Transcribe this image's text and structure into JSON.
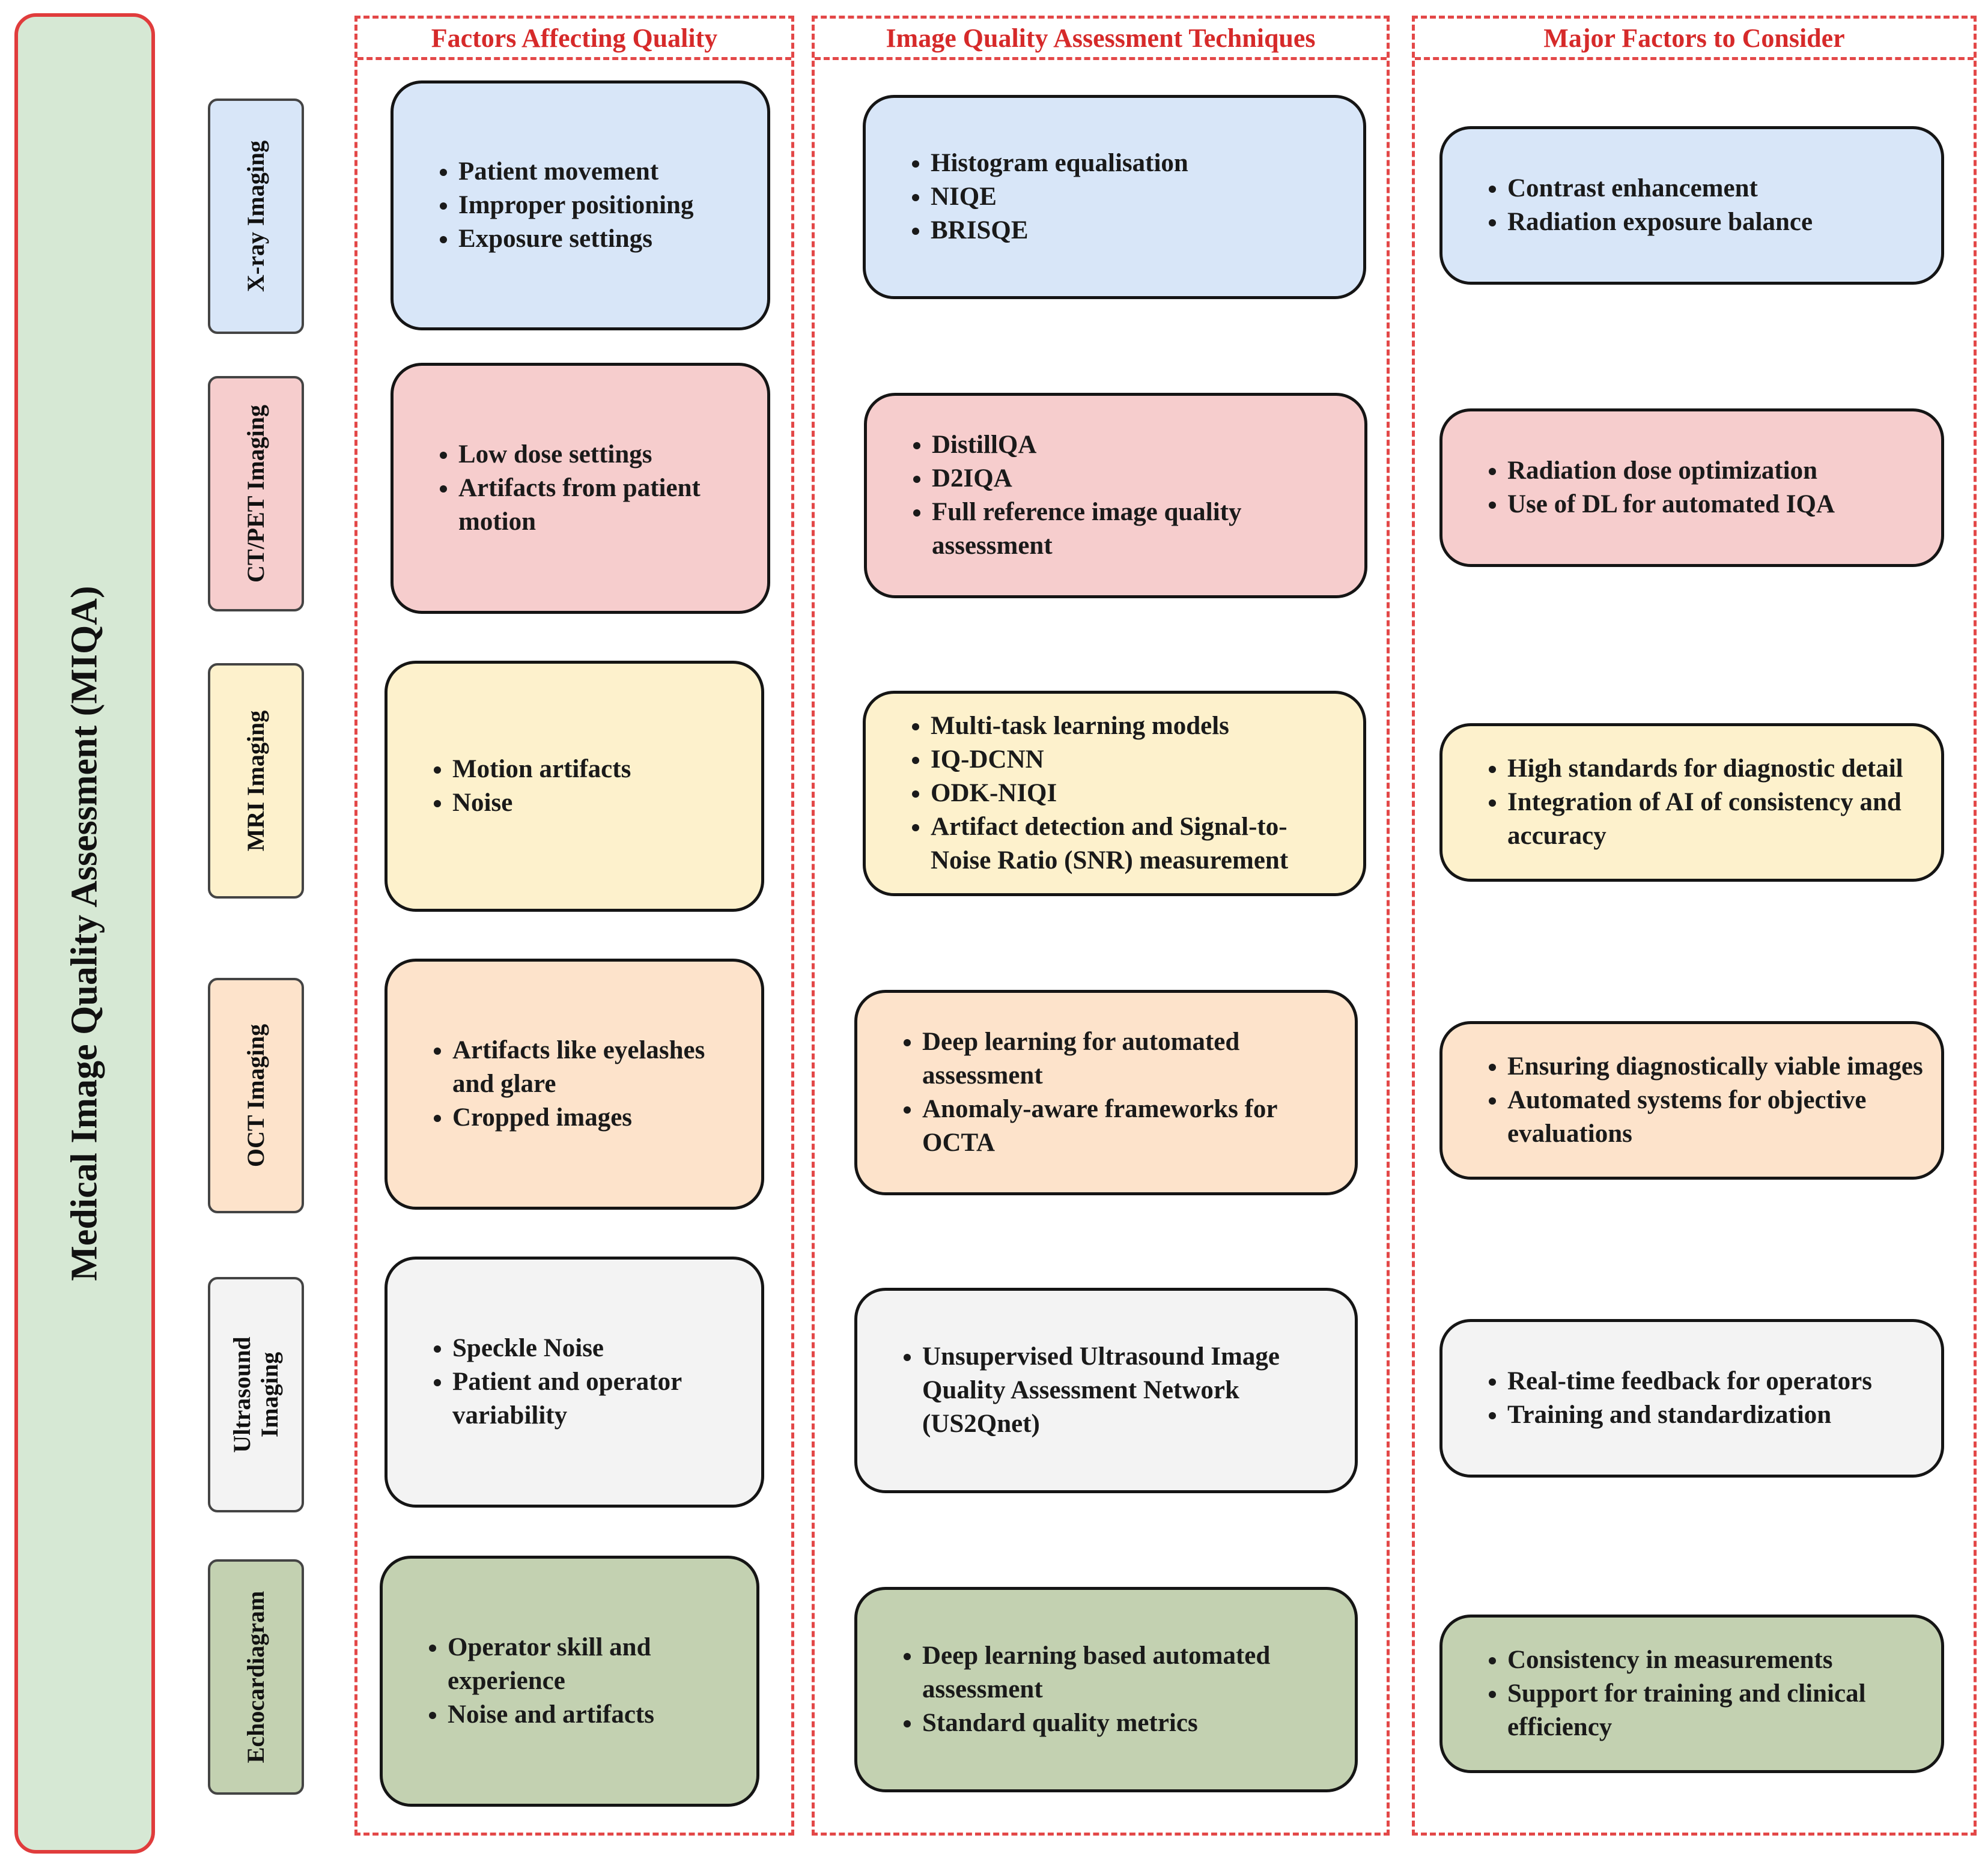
{
  "title": "Medical Image Quality Assessment (MIQA)",
  "columns": [
    {
      "header": "Factors Affecting Quality"
    },
    {
      "header": "Image Quality Assessment Techniques"
    },
    {
      "header": "Major Factors to Consider"
    }
  ],
  "rows": [
    {
      "modality": "X-ray Imaging",
      "color": "#d8e6f8",
      "factors": [
        "Patient movement",
        "Improper positioning",
        "Exposure settings"
      ],
      "techniques": [
        "Histogram equalisation",
        "NIQE",
        "BRISQE"
      ],
      "considerations": [
        "Contrast enhancement",
        "Radiation exposure balance"
      ]
    },
    {
      "modality": "CT/PET Imaging",
      "color": "#f6cdcd",
      "factors": [
        "Low dose settings",
        "Artifacts from patient motion"
      ],
      "techniques": [
        "DistillQA",
        "D2IQA",
        "Full reference image quality assessment"
      ],
      "considerations": [
        "Radiation dose optimization",
        "Use of DL for automated IQA"
      ]
    },
    {
      "modality": "MRI Imaging",
      "color": "#fdf1cc",
      "factors": [
        "Motion artifacts",
        "Noise"
      ],
      "techniques": [
        "Multi-task learning models",
        "IQ-DCNN",
        "ODK-NIQI",
        "Artifact detection and Signal-to-Noise Ratio (SNR) measurement"
      ],
      "considerations": [
        "High standards for diagnostic detail",
        "Integration of AI of consistency and accuracy"
      ]
    },
    {
      "modality": "OCT Imaging",
      "color": "#fde3cb",
      "factors": [
        "Artifacts like eyelashes and glare",
        "Cropped images"
      ],
      "techniques": [
        "Deep learning for automated assessment",
        "Anomaly-aware frameworks for OCTA"
      ],
      "considerations": [
        "Ensuring diagnostically viable images",
        "Automated systems for objective evaluations"
      ]
    },
    {
      "modality": "Ultrasound\nImaging",
      "color": "#f3f3f3",
      "factors": [
        "Speckle Noise",
        "Patient and operator variability"
      ],
      "techniques": [
        "Unsupervised Ultrasound Image Quality Assessment Network (US2Qnet)"
      ],
      "considerations": [
        "Real-time feedback for operators",
        "Training and standardization"
      ]
    },
    {
      "modality": "Echocardiagram",
      "color": "#c3d1b1",
      "factors": [
        "Operator skill and experience",
        "Noise and artifacts"
      ],
      "techniques": [
        "Deep learning based automated assessment",
        "Standard quality metrics"
      ],
      "considerations": [
        "Consistency in measurements",
        "Support for training and clinical efficiency"
      ]
    }
  ]
}
